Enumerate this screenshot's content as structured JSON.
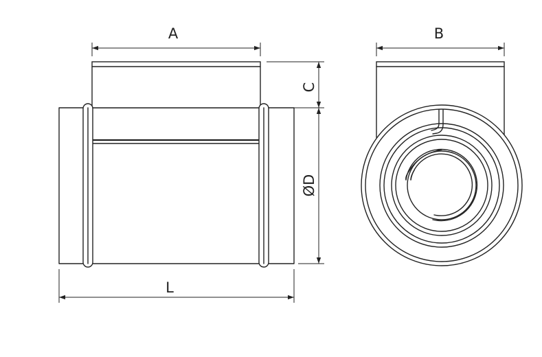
{
  "dimensions": {
    "a": "A",
    "b": "B",
    "c": "C",
    "d": "ØD",
    "l": "L"
  },
  "colors": {
    "line": "#222222",
    "background": "#ffffff"
  }
}
